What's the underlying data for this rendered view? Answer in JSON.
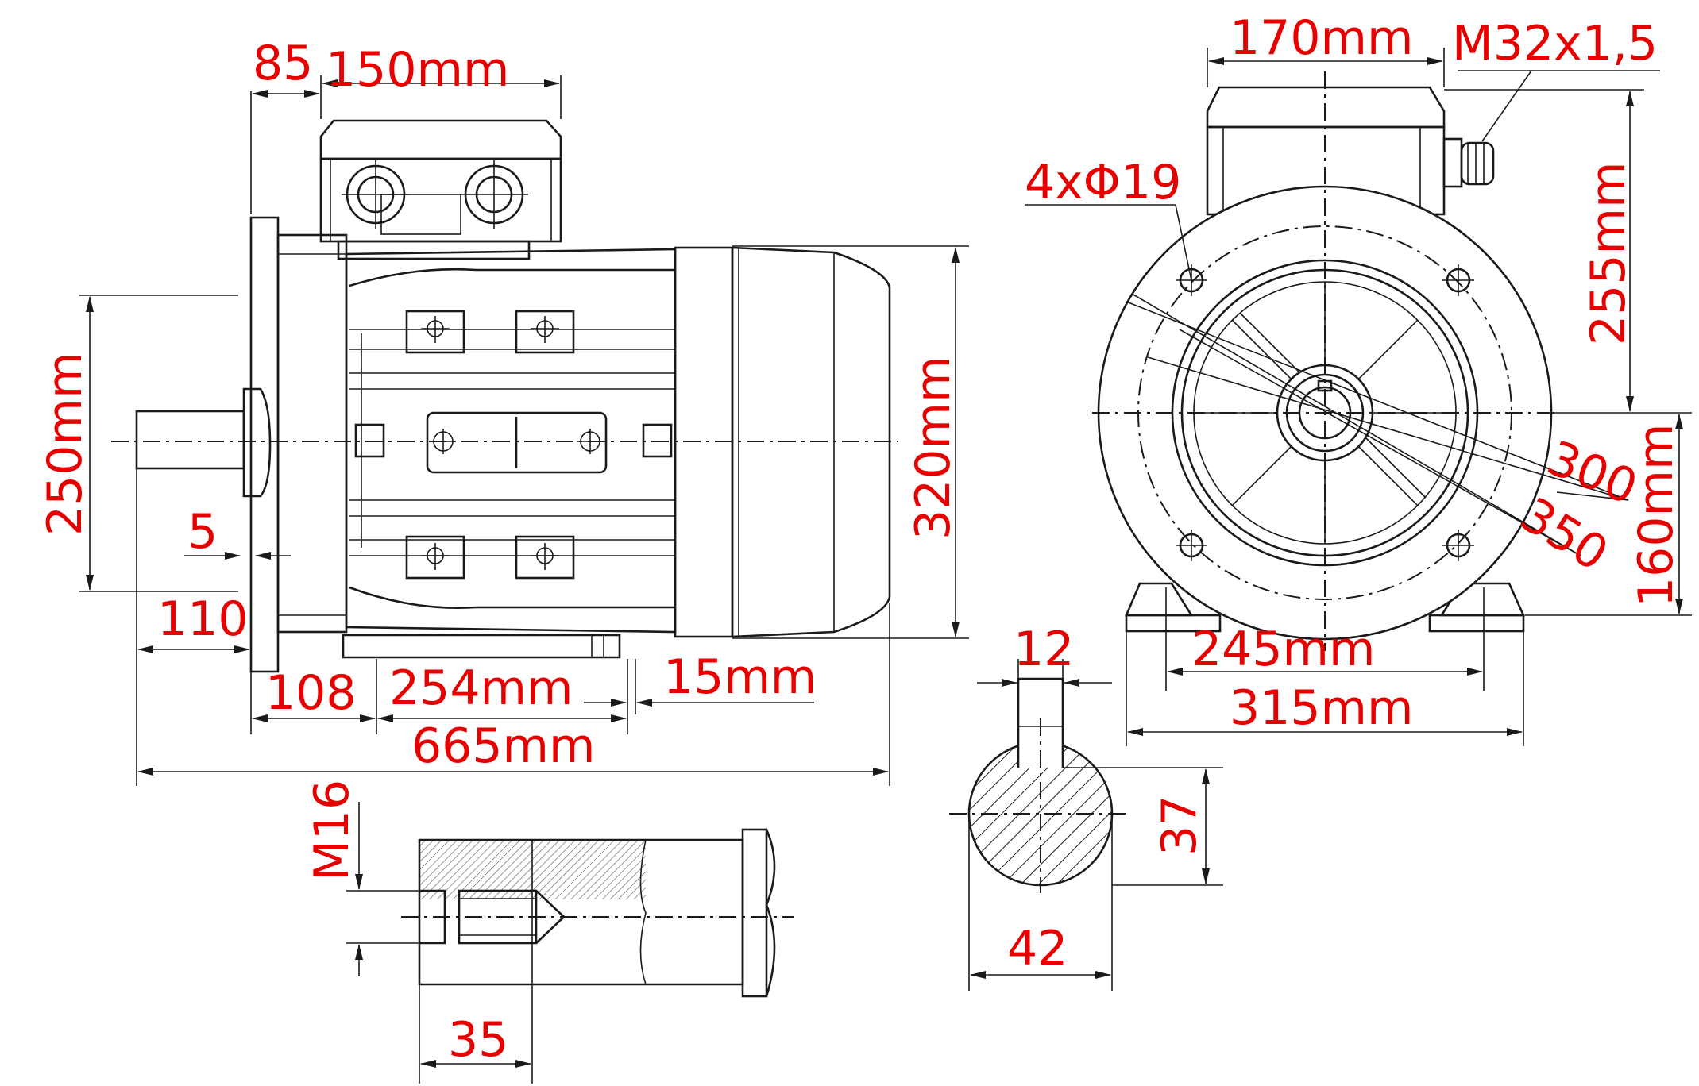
{
  "dimensions": {
    "d_85": "85",
    "d_150mm": "150mm",
    "d_250mm": "250mm",
    "d_5": "5",
    "d_110": "110",
    "d_108": "108",
    "d_254mm": "254mm",
    "d_15mm": "15mm",
    "d_665mm": "665mm",
    "d_320mm": "320mm",
    "d_m16": "M16",
    "d_35": "35",
    "d_12": "12",
    "d_37": "37",
    "d_42": "42",
    "d_170mm": "170mm",
    "d_m32": "M32x1,5",
    "d_4xphi19": "4xΦ19",
    "d_255mm": "255mm",
    "d_300": "300",
    "d_350": "350",
    "d_160mm": "160mm",
    "d_245mm": "245mm",
    "d_315mm": "315mm"
  },
  "colors": {
    "dimension_text": "#e60000",
    "line": "#1a1a1a"
  }
}
